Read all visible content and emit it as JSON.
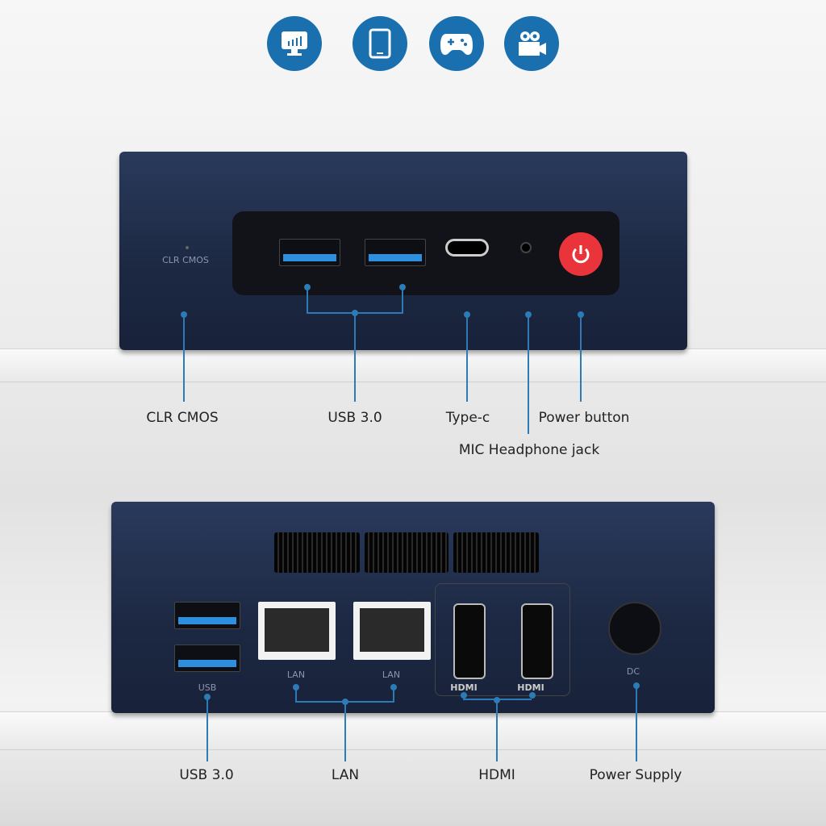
{
  "top_icons": [
    {
      "name": "monitor-chart-icon"
    },
    {
      "name": "tablet-icon"
    },
    {
      "name": "gamepad-icon"
    },
    {
      "name": "video-camera-icon"
    }
  ],
  "front": {
    "printed_label": "CLR CMOS",
    "callouts": {
      "clr_cmos": "CLR CMOS",
      "usb": "USB 3.0",
      "typec": "Type-c",
      "power": "Power button",
      "mic": "MIC Headphone jack"
    }
  },
  "back": {
    "printed": {
      "usb": "USB",
      "lan1": "LAN",
      "lan2": "LAN",
      "hdmi1": "HDMI",
      "hdmi2": "HDMI",
      "dc": "DC"
    },
    "callouts": {
      "usb": "USB 3.0",
      "lan": "LAN",
      "hdmi": "HDMI",
      "power": "Power Supply"
    }
  },
  "colors": {
    "accent": "#1a6fae",
    "device": "#1f2b45",
    "power": "#e8343a"
  }
}
